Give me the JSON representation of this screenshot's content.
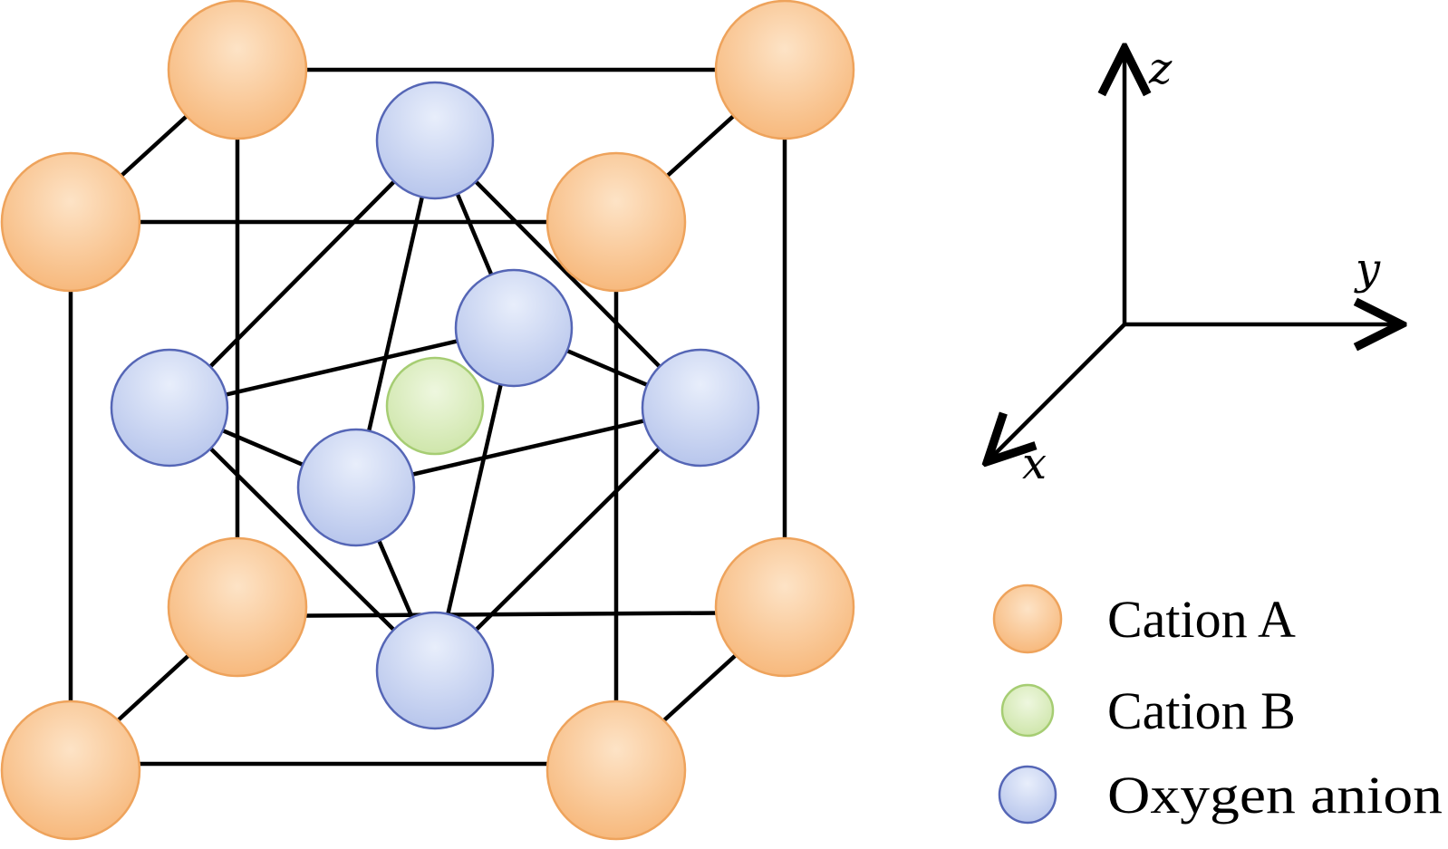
{
  "axes": {
    "z_label": "z",
    "y_label": "y",
    "x_label": "x"
  },
  "legend": {
    "items": [
      {
        "label": "Cation A",
        "color": "cation-a"
      },
      {
        "label": "Cation B",
        "color": "cation-b"
      },
      {
        "label": "Oxygen anion",
        "color": "oxygen"
      }
    ]
  },
  "colors": {
    "cation_a_fill": "#f8c38f",
    "cation_a_stroke": "#f0a55e",
    "cation_b_fill": "#d4e9b4",
    "cation_b_stroke": "#a6cd73",
    "oxygen_fill": "#c6d2f0",
    "oxygen_stroke": "#5566b6",
    "bond": "#000000"
  }
}
